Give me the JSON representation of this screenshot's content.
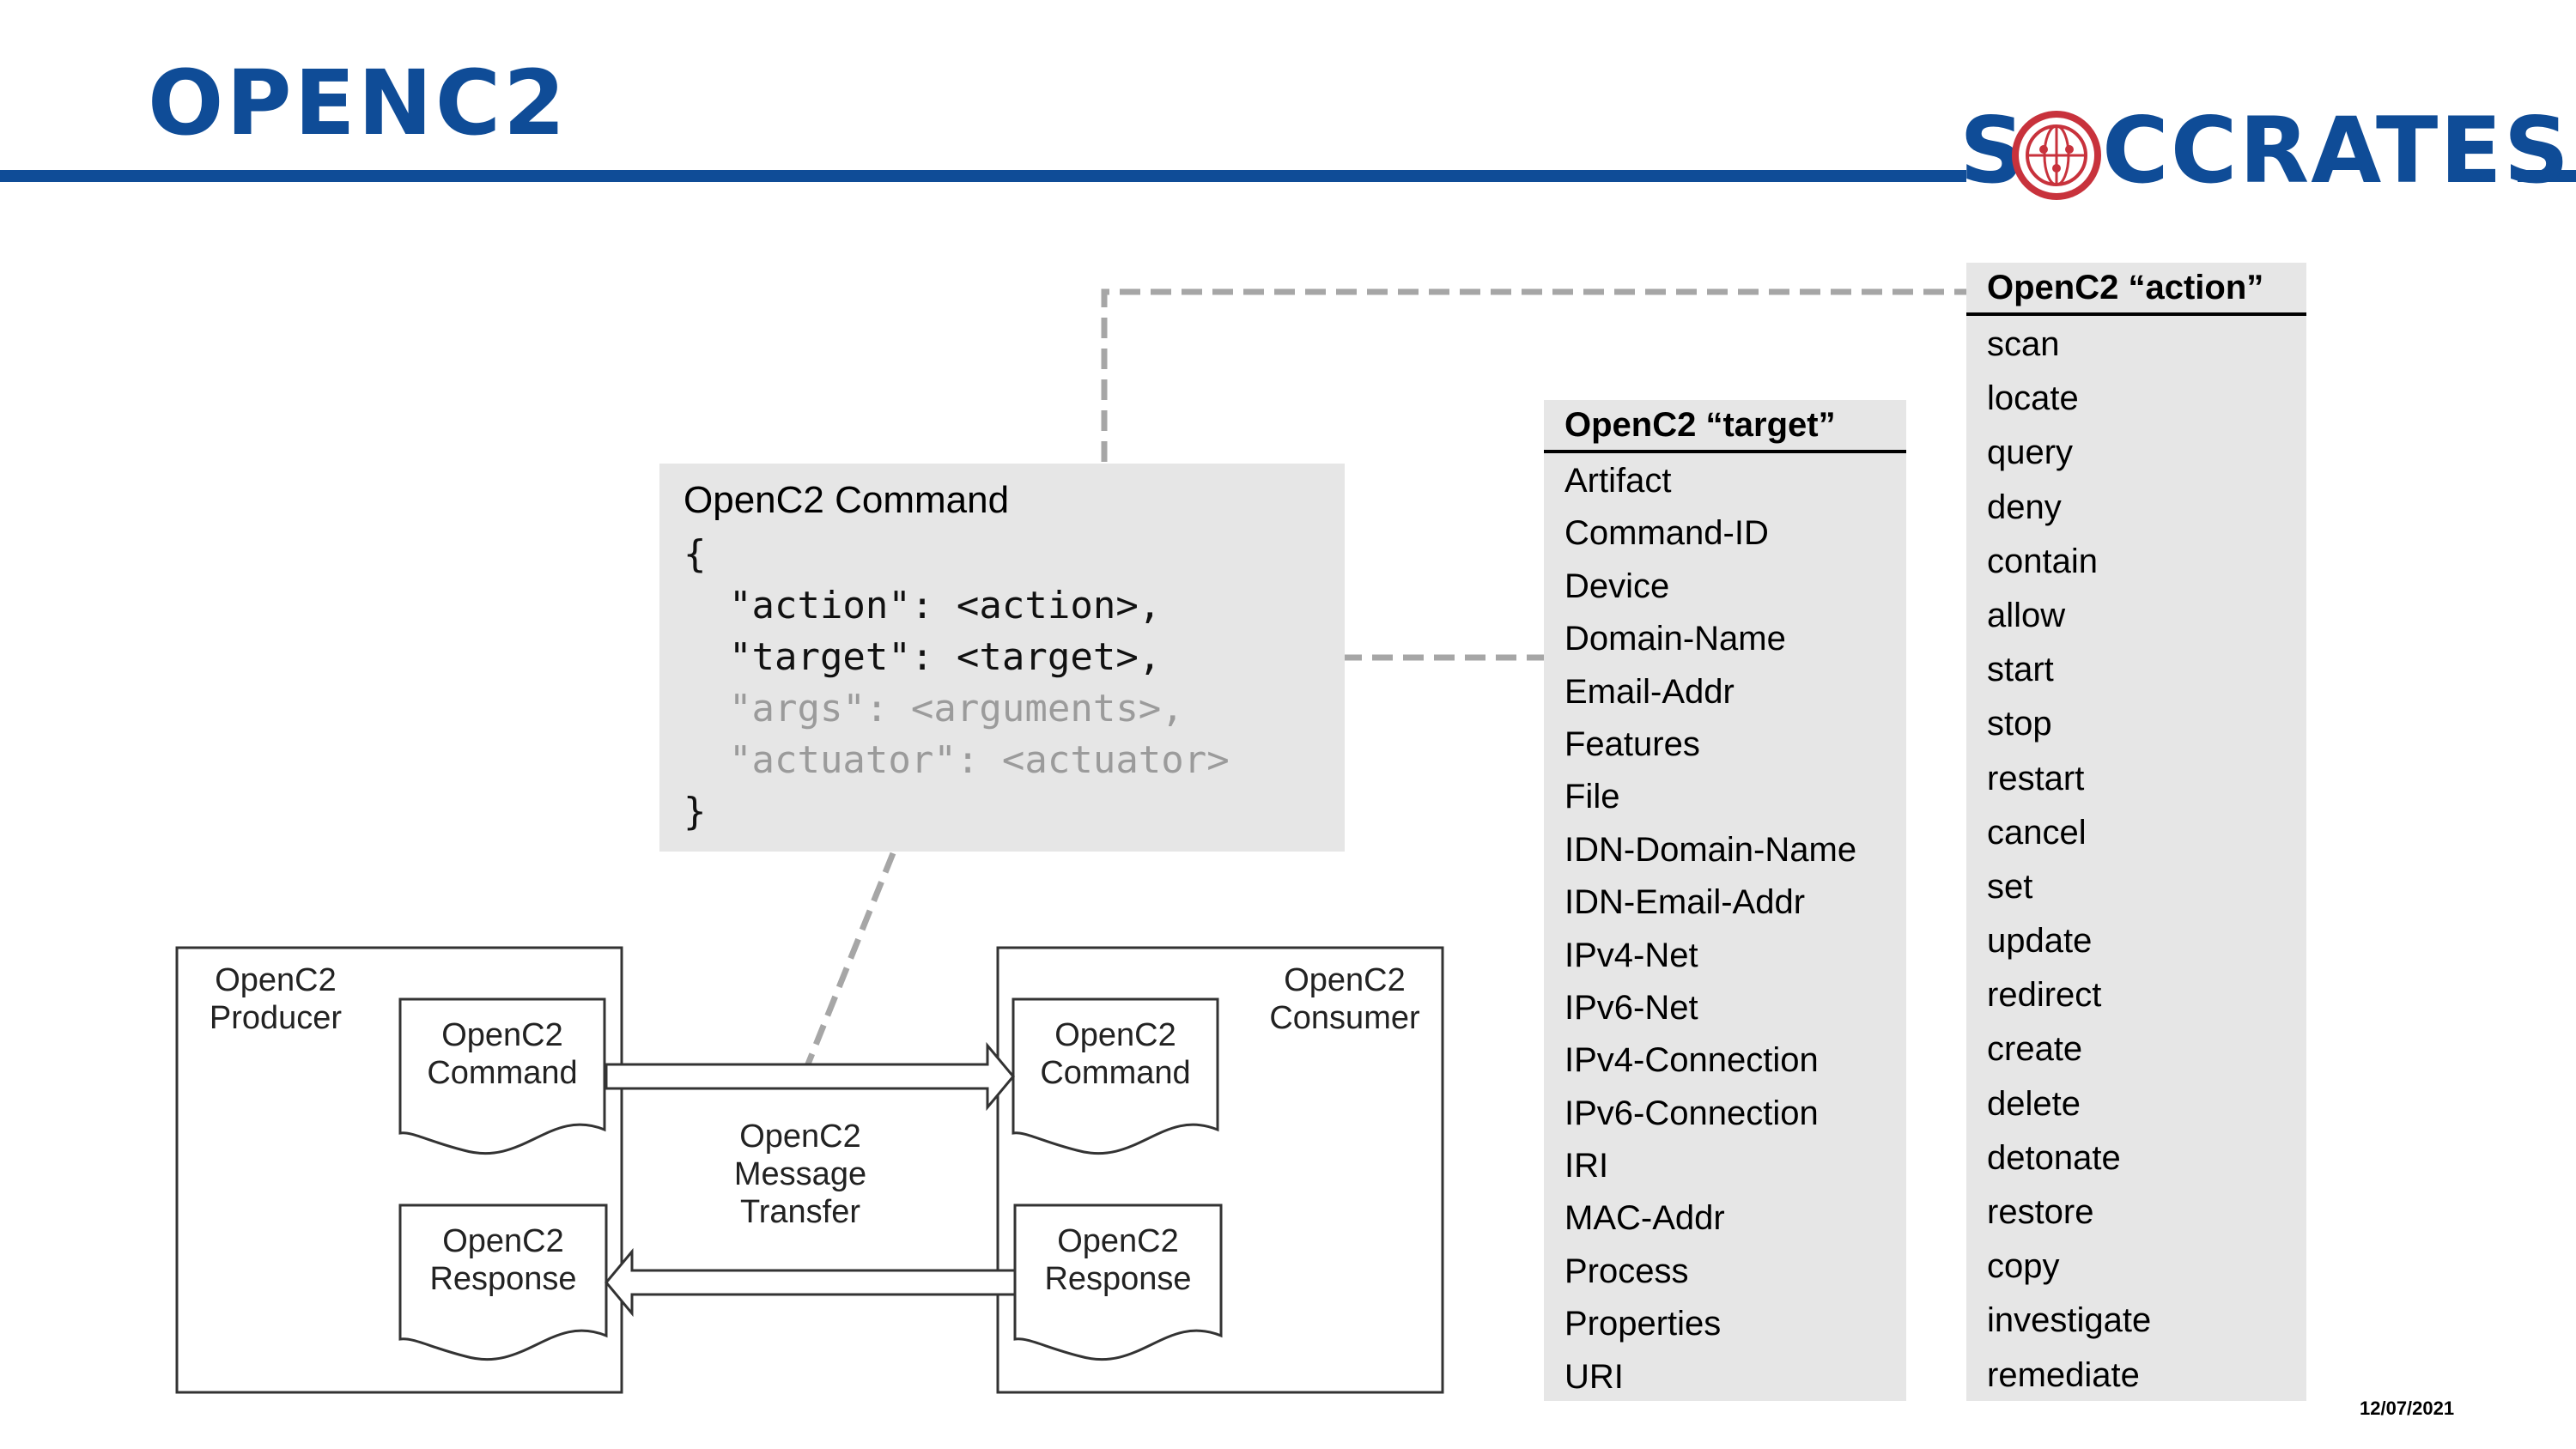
{
  "title": "OPENC2",
  "logo": {
    "text_s": "S",
    "text_rest": "CCRATES",
    "icon": "globe-icon"
  },
  "command": {
    "title": "OpenC2 Command",
    "lines": [
      "{",
      "  \"action\": <action>,",
      "  \"target\": <target>,",
      "  \"args\": <arguments>,",
      "  \"actuator\": <actuator>",
      "}"
    ]
  },
  "target_list": {
    "header": "OpenC2 “target”",
    "items": [
      "Artifact",
      "Command-ID",
      "Device",
      "Domain-Name",
      "Email-Addr",
      "Features",
      "File",
      "IDN-Domain-Name",
      "IDN-Email-Addr",
      "IPv4-Net",
      "IPv6-Net",
      "IPv4-Connection",
      "IPv6-Connection",
      "IRI",
      "MAC-Addr",
      "Process",
      "Properties",
      "URI"
    ]
  },
  "action_list": {
    "header": "OpenC2 “action”",
    "items": [
      "scan",
      "locate",
      "query",
      "deny",
      "contain",
      "allow",
      "start",
      "stop",
      "restart",
      "cancel",
      "set",
      "update",
      "redirect",
      "create",
      "delete",
      "detonate",
      "restore",
      "copy",
      "investigate",
      "remediate"
    ]
  },
  "diagram": {
    "producer_label": "OpenC2\nProducer",
    "consumer_label": "OpenC2\nConsumer",
    "producer_command": "OpenC2\nCommand",
    "producer_response": "OpenC2\nResponse",
    "consumer_command": "OpenC2\nCommand",
    "consumer_response": "OpenC2\nResponse",
    "transfer_label": "OpenC2\nMessage\nTransfer"
  },
  "date": "12/07/2021"
}
